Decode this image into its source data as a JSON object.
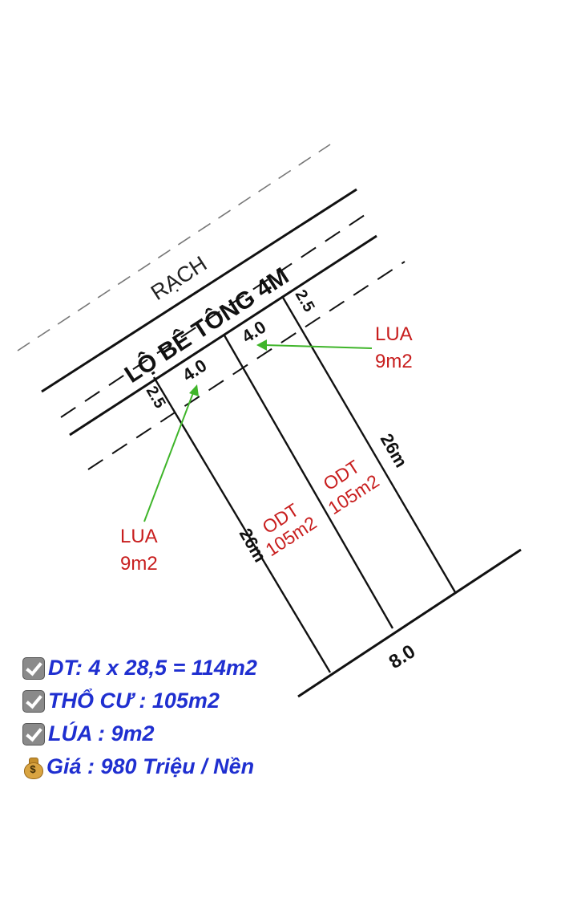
{
  "labels": {
    "rach": "RẠCH",
    "road": "LỘ BÊ TÔNG 4M",
    "width_left": "4.0",
    "width_right": "4.0",
    "setback_left": "2.5",
    "setback_right": "2.5",
    "length_left": "26m",
    "length_right": "26m",
    "bottom_width": "8.0",
    "plot_left_type": "ODT",
    "plot_left_area": "105m2",
    "plot_right_type": "ODT",
    "plot_right_area": "105m2",
    "lua_left_type": "LUA",
    "lua_left_area": "9m2",
    "lua_right_type": "LUA",
    "lua_right_area": "9m2"
  },
  "info": [
    {
      "icon": "check-icon",
      "text": "DT: 4 x 28,5 = 114m2"
    },
    {
      "icon": "check-icon",
      "text": "THỔ CƯ : 105m2"
    },
    {
      "icon": "check-icon",
      "text": "LÚA : 9m2"
    },
    {
      "icon": "money-bag-icon",
      "text": "Giá : 980 Triệu / Nền"
    }
  ],
  "colors": {
    "info_text": "#1f2fd0",
    "land_type": "#c81e1e",
    "arrow": "#3fb52a"
  }
}
